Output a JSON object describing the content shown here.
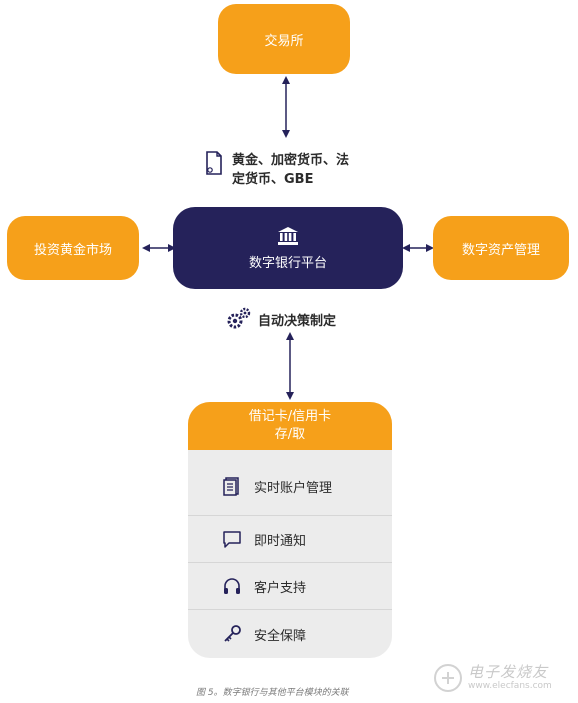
{
  "nodes": {
    "exchange": "交易所",
    "gold_market": "投资黄金市场",
    "platform": "数字银行平台",
    "asset_mgmt": "数字资产管理"
  },
  "labels": {
    "assets_line1": "黄金、加密货币、法",
    "assets_line2": "定货币、GBE",
    "decision": "自动决策制定"
  },
  "panel": {
    "header_line1": "借记卡/信用卡",
    "header_line2": "存/取",
    "items": [
      {
        "label": "实时账户管理",
        "icon": "document-icon"
      },
      {
        "label": "即时通知",
        "icon": "chat-bubble-icon"
      },
      {
        "label": "客户支持",
        "icon": "headphones-icon"
      },
      {
        "label": "安全保障",
        "icon": "key-icon"
      }
    ]
  },
  "caption": "图 5。数字银行与其他平台模块的关联",
  "watermark": {
    "text": "电子发烧友",
    "url": "www.elecfans.com"
  },
  "colors": {
    "orange": "#f6a01a",
    "navy": "#25225a",
    "panel_bg": "#ececec"
  }
}
